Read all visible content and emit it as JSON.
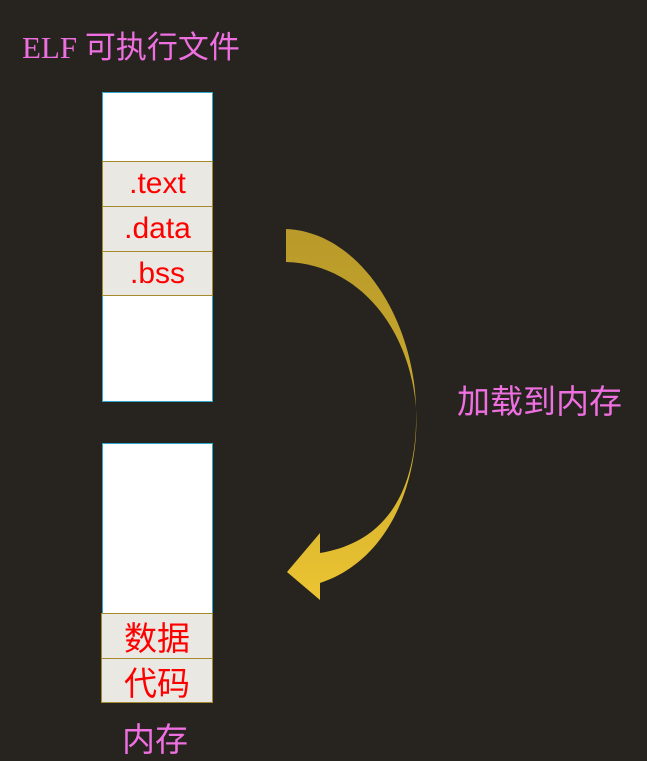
{
  "title": "ELF 可执行文件",
  "elf_file": {
    "sections": [
      {
        "label": ".text"
      },
      {
        "label": ".data"
      },
      {
        "label": ".bss"
      }
    ]
  },
  "arrow": {
    "label": "加载到内存",
    "color_top": "#b99a2a",
    "color_bottom": "#ecc432"
  },
  "memory": {
    "segments": [
      {
        "label": "数据"
      },
      {
        "label": "代码"
      }
    ],
    "caption": "内存"
  },
  "colors": {
    "background": "#272420",
    "label_pink": "#ee6fe0",
    "section_text_red": "#ff0000",
    "section_fill": "#eae8e3",
    "section_border": "#a48a2c",
    "box_border": "#2fa8cc"
  }
}
